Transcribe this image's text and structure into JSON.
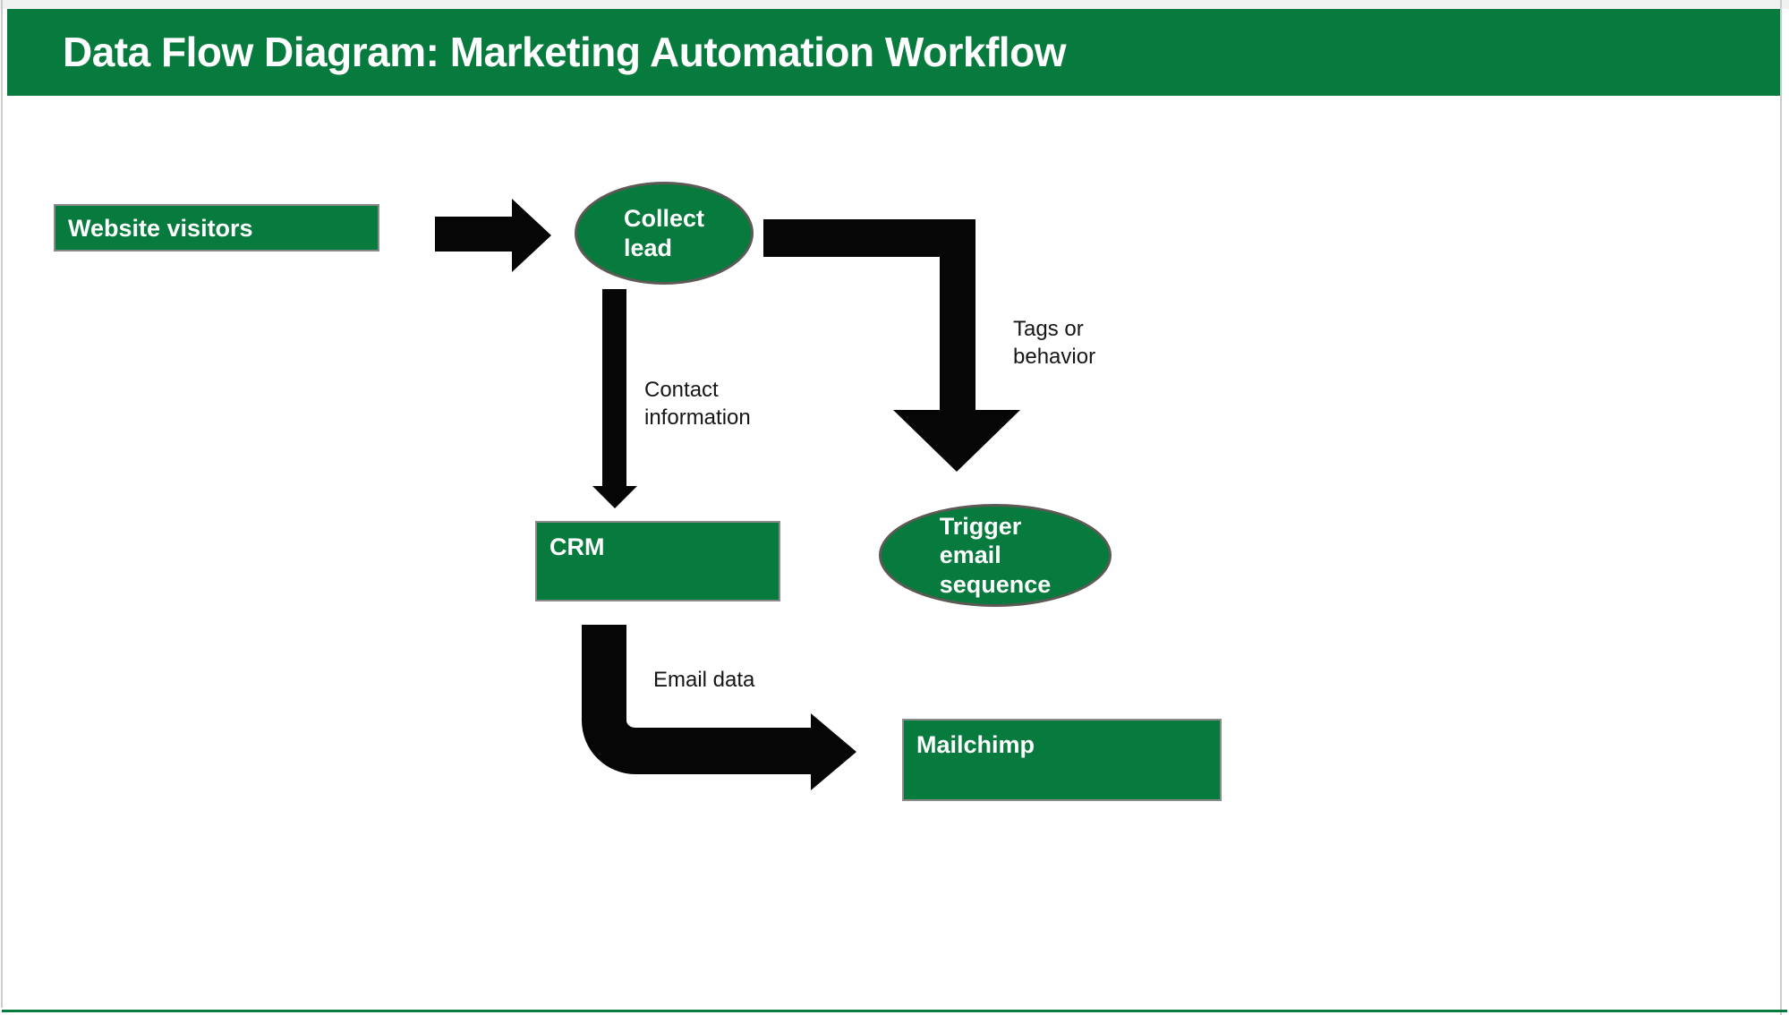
{
  "header": {
    "title": "Data Flow Diagram: Marketing Automation Workflow"
  },
  "colors": {
    "green": "#077a3d",
    "arrow_black": "#060606",
    "rect_border": "#8a8a8a",
    "ellipse_border": "#5d5955",
    "label_color": "#161616",
    "edge_line": "#c9cdcc"
  },
  "nodes": {
    "website_visitors": {
      "label": "Website visitors",
      "shape": "rectangle"
    },
    "collect_lead": {
      "label": "Collect\nlead",
      "shape": "ellipse"
    },
    "crm": {
      "label": "CRM",
      "shape": "rectangle"
    },
    "trigger_email_sequence": {
      "label": "Trigger\nemail\nsequence",
      "shape": "ellipse"
    },
    "mailchimp": {
      "label": "Mailchimp",
      "shape": "rectangle"
    }
  },
  "edges": [
    {
      "from": "website_visitors",
      "to": "collect_lead",
      "label": ""
    },
    {
      "from": "collect_lead",
      "to": "crm",
      "label": "Contact\ninformation"
    },
    {
      "from": "collect_lead",
      "to": "trigger_email_sequence",
      "label": "Tags or\nbehavior"
    },
    {
      "from": "crm",
      "to": "mailchimp",
      "label": "Email data"
    }
  ]
}
